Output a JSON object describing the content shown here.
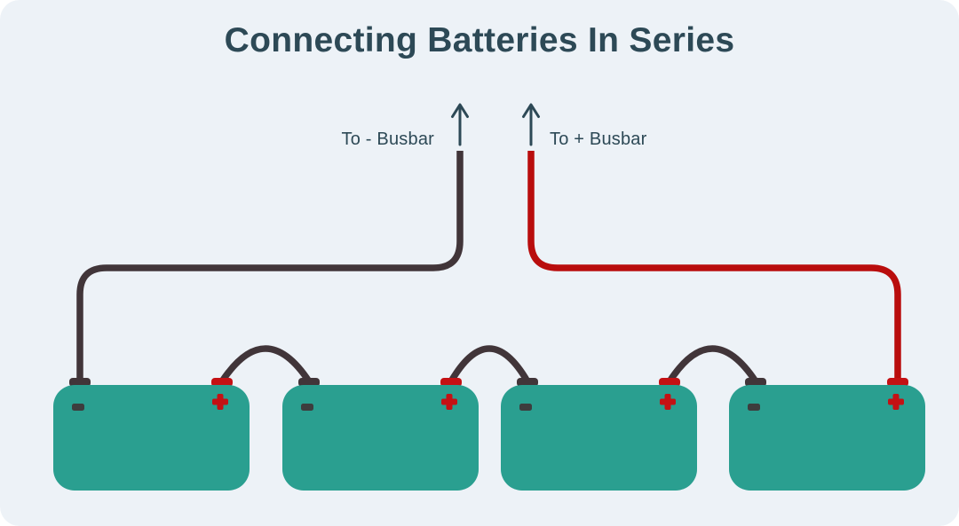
{
  "title": "Connecting Batteries In Series",
  "labels": {
    "negative_busbar": "To - Busbar",
    "positive_busbar": "To + Busbar"
  },
  "icons": {
    "negative_busbar_arrow": "up-arrow",
    "positive_busbar_arrow": "up-arrow"
  },
  "colors": {
    "page_background": "#ffffff",
    "panel_background": "#edf2f7",
    "title_text": "#2d4956",
    "label_text": "#2d4956",
    "arrow": "#2d4956",
    "battery_body": "#2a9f90",
    "negative_wire": "#413539",
    "positive_wire": "#b90d0d",
    "negative_terminal": "#413539",
    "positive_terminal": "#c41114",
    "minus_symbol": "#3d3d3d",
    "plus_symbol": "#c41114"
  },
  "diagram": {
    "type": "series-battery-wiring",
    "battery_count": 4,
    "batteries": [
      {
        "name": "battery-1",
        "negative_terminal": "-",
        "positive_terminal": "+"
      },
      {
        "name": "battery-2",
        "negative_terminal": "-",
        "positive_terminal": "+"
      },
      {
        "name": "battery-3",
        "negative_terminal": "-",
        "positive_terminal": "+"
      },
      {
        "name": "battery-4",
        "negative_terminal": "-",
        "positive_terminal": "+"
      }
    ],
    "connections": [
      {
        "from": "battery-1.negative",
        "to": "negative-busbar",
        "wire_color_key": "negative_wire"
      },
      {
        "from": "battery-1.positive",
        "to": "battery-2.negative",
        "wire_color_key": "negative_wire"
      },
      {
        "from": "battery-2.positive",
        "to": "battery-3.negative",
        "wire_color_key": "negative_wire"
      },
      {
        "from": "battery-3.positive",
        "to": "battery-4.negative",
        "wire_color_key": "negative_wire"
      },
      {
        "from": "battery-4.positive",
        "to": "positive-busbar",
        "wire_color_key": "positive_wire"
      }
    ]
  }
}
